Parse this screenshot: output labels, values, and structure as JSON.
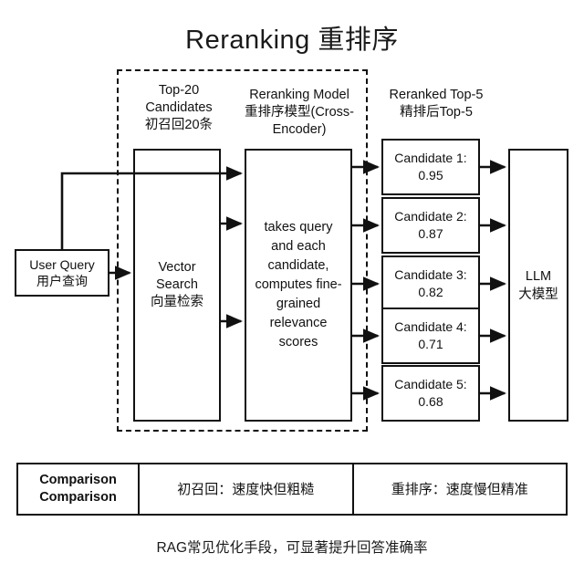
{
  "title": "Reranking 重排序",
  "group": {
    "headers": [
      {
        "id": "top20",
        "line1": "Top-20",
        "line2": "Candidates",
        "line3": "初召回20条"
      },
      {
        "id": "model",
        "line1": "Reranking Model",
        "line2": "重排序模型(Cross-",
        "line3": "Encoder)"
      },
      {
        "id": "top5",
        "line1": "Reranked Top-5",
        "line2": "精排后Top-5",
        "line3": ""
      }
    ]
  },
  "nodes": {
    "user_query": {
      "line1": "User Query",
      "line2": "用户查询"
    },
    "vector_search": {
      "line1": "Vector",
      "line2": "Search",
      "line3": "向量检索"
    },
    "rerank_model": {
      "text": "takes query and each candidate, computes fine-grained relevance scores"
    },
    "llm": {
      "line1": "LLM",
      "line2": "大模型"
    }
  },
  "candidates": [
    {
      "label": "Candidate 1:",
      "score": "0.95"
    },
    {
      "label": "Candidate 2:",
      "score": "0.87"
    },
    {
      "label": "Candidate 3:",
      "score": "0.82"
    },
    {
      "label": "Candidate 4:",
      "score": "0.71"
    },
    {
      "label": "Candidate 5:",
      "score": "0.68"
    }
  ],
  "comparison": {
    "label_line1": "Comparison",
    "label_line2": "Comparison",
    "cell_middle": "初召回：速度快但粗糙",
    "cell_right": "重排序：速度慢但精准"
  },
  "caption": "RAG常见优化手段，可显著提升回答准确率",
  "colors": {
    "stroke": "#111111",
    "background": "#ffffff",
    "text": "#111111"
  }
}
